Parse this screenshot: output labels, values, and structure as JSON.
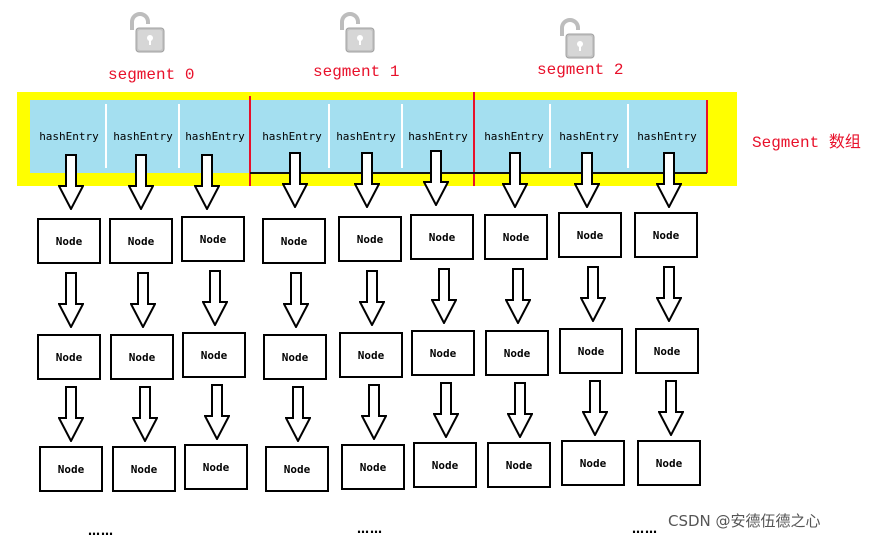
{
  "segments": [
    {
      "label": "segment 0",
      "lock_icon": "unlocked-padlock-icon"
    },
    {
      "label": "segment 1",
      "lock_icon": "unlocked-padlock-icon"
    },
    {
      "label": "segment 2",
      "lock_icon": "unlocked-padlock-icon"
    }
  ],
  "segment_array_label": "Segment 数组",
  "hash_entries": [
    "hashEntry",
    "hashEntry",
    "hashEntry",
    "hashEntry",
    "hashEntry",
    "hashEntry",
    "hashEntry",
    "hashEntry",
    "hashEntry"
  ],
  "node_label": "Node",
  "ellipsis": [
    "……",
    "……",
    "……"
  ],
  "watermark": "CSDN @安德伍德之心",
  "colors": {
    "segment_label": "#e8102a",
    "array_band": "#ffff00",
    "entry_band": "#a4dff0",
    "divider": "#e8102a"
  }
}
